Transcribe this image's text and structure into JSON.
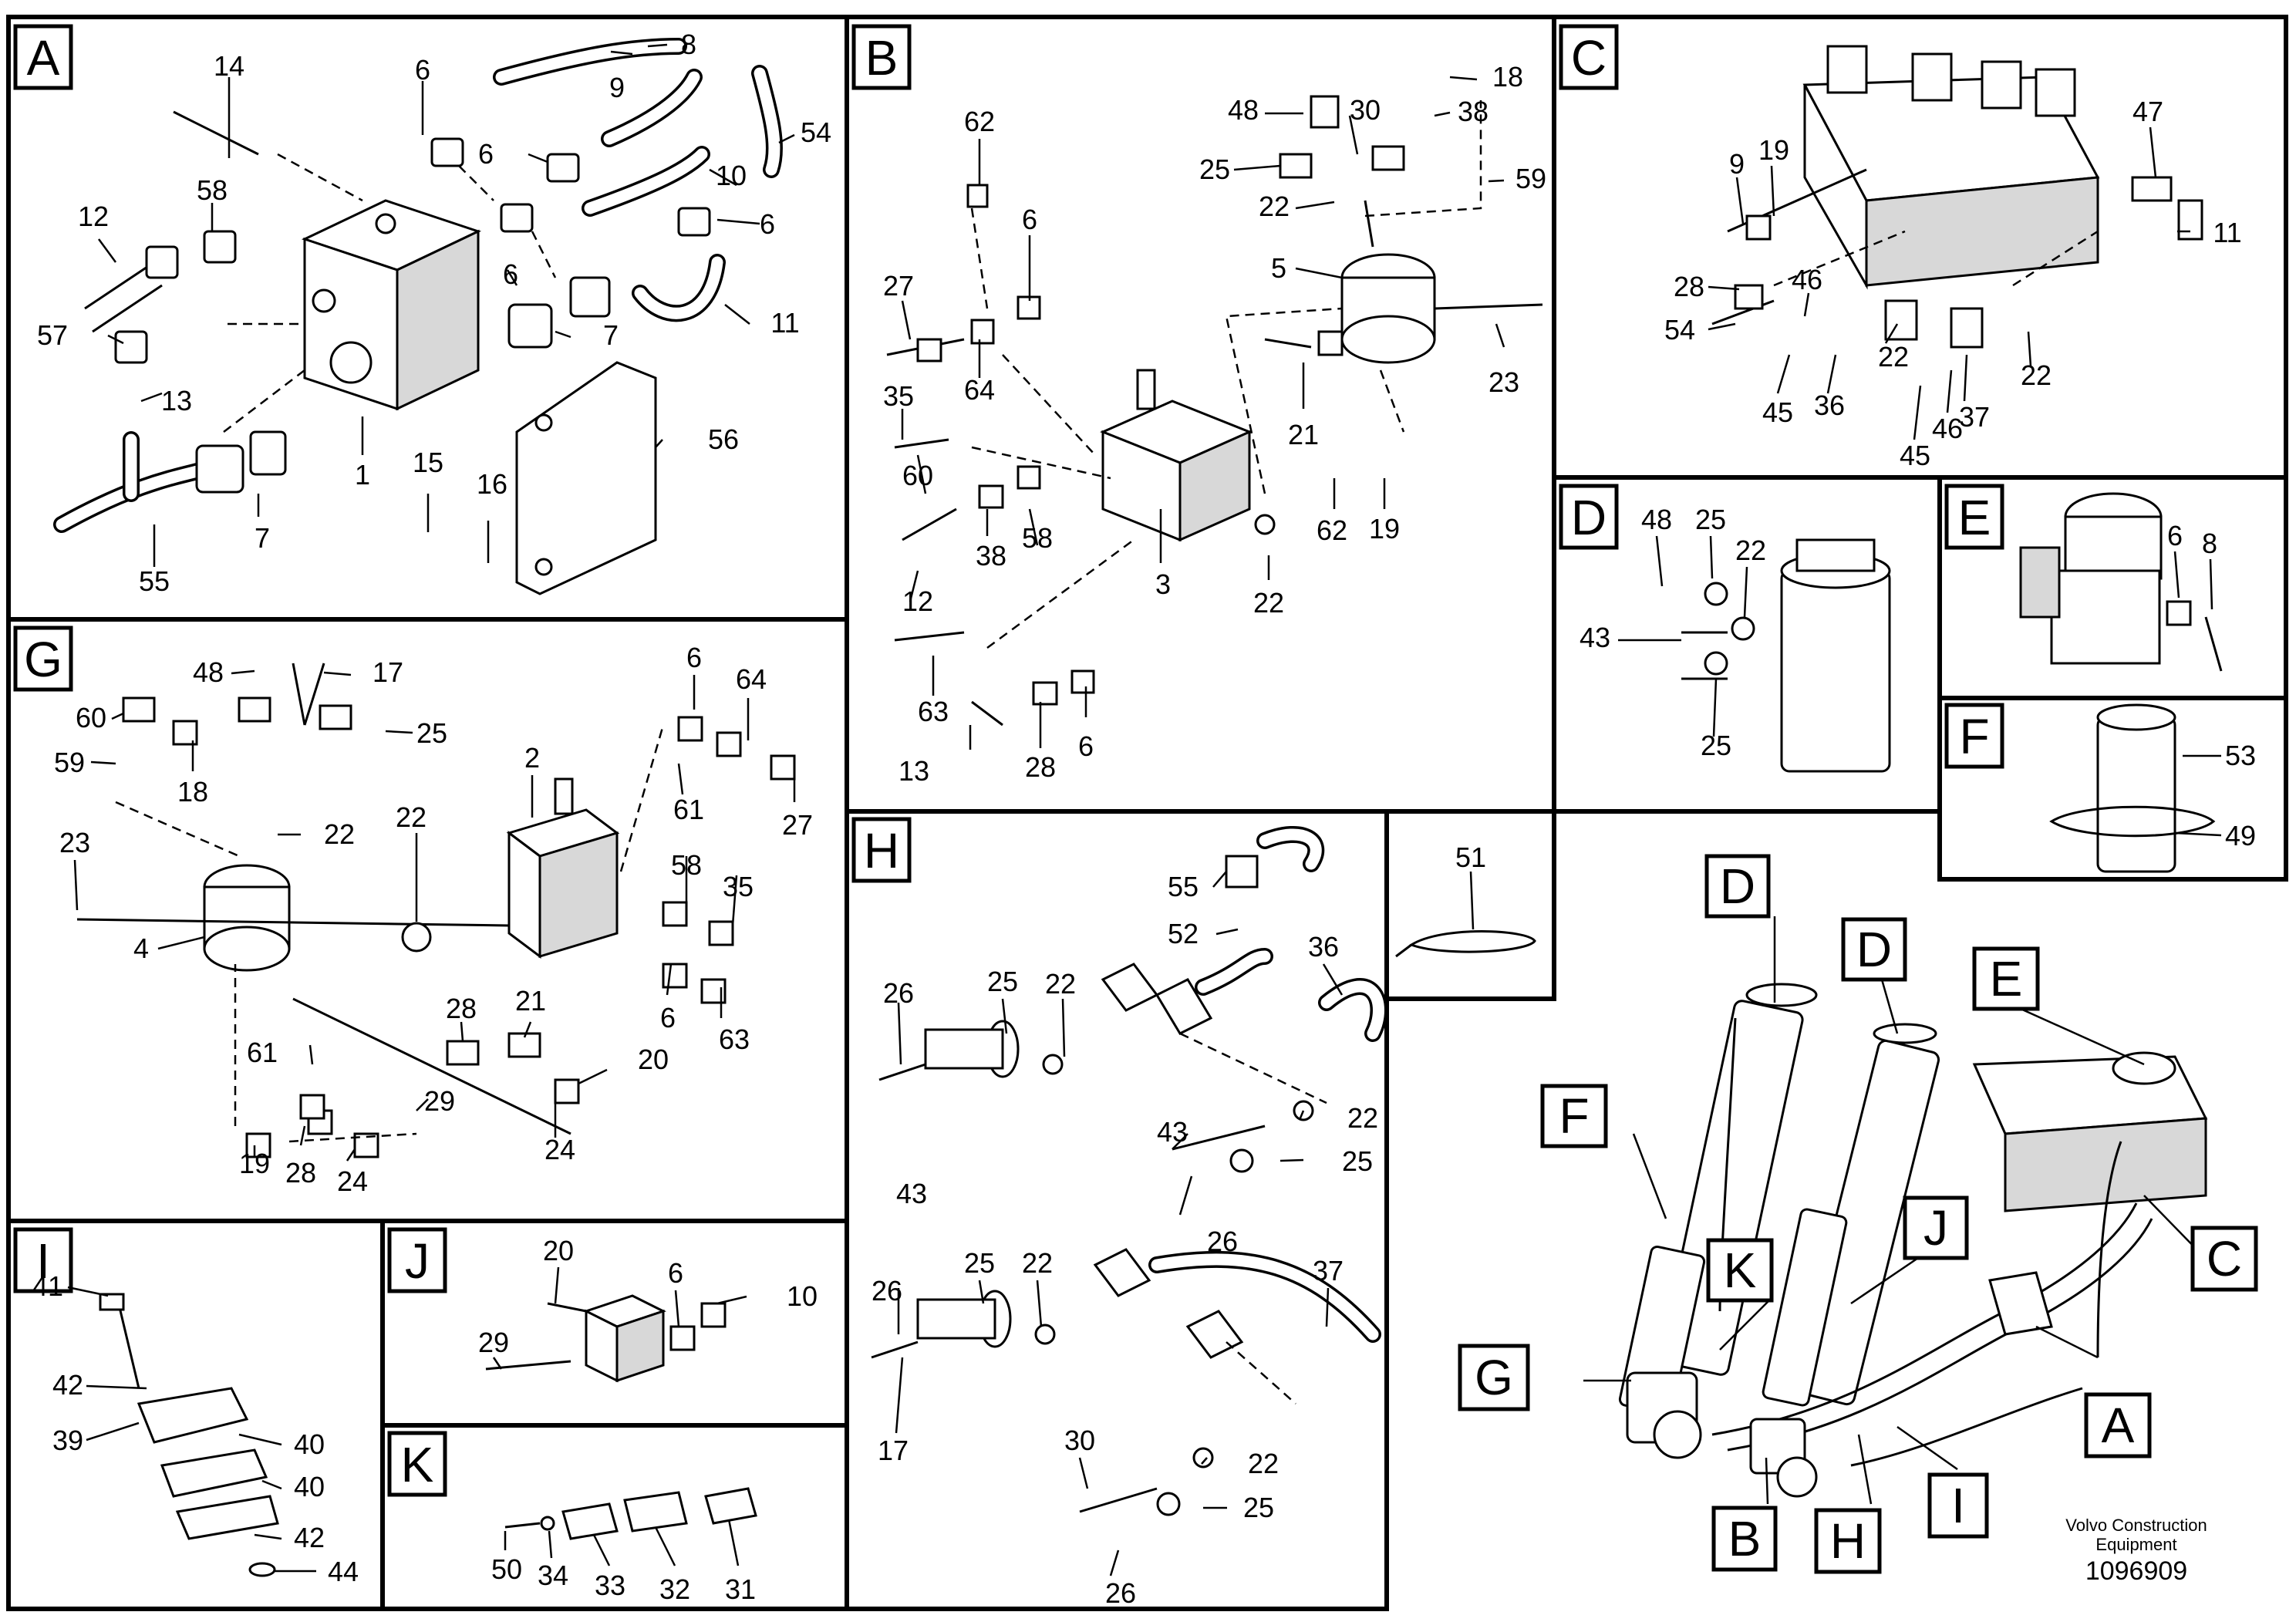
{
  "panels": [
    {
      "id": "A",
      "labels": [
        "14",
        "6",
        "8",
        "9",
        "54",
        "12",
        "58",
        "6",
        "10",
        "6",
        "57",
        "6",
        "11",
        "13",
        "7",
        "56",
        "1",
        "15",
        "16",
        "55",
        "7"
      ]
    },
    {
      "id": "B",
      "labels": [
        "62",
        "48",
        "30",
        "18",
        "38",
        "25",
        "59",
        "22",
        "6",
        "5",
        "27",
        "23",
        "64",
        "21",
        "35",
        "60",
        "58",
        "38",
        "3",
        "62",
        "19",
        "12",
        "22",
        "63",
        "13",
        "28",
        "6"
      ]
    },
    {
      "id": "C",
      "labels": [
        "47",
        "9",
        "19",
        "11",
        "28",
        "46",
        "54",
        "22",
        "22",
        "45",
        "36",
        "46",
        "37",
        "45"
      ]
    },
    {
      "id": "D",
      "labels": [
        "48",
        "25",
        "22",
        "43",
        "25"
      ]
    },
    {
      "id": "E",
      "labels": [
        "6",
        "8"
      ]
    },
    {
      "id": "F",
      "labels": [
        "53",
        "49"
      ]
    },
    {
      "id": "G",
      "labels": [
        "48",
        "17",
        "6",
        "64",
        "60",
        "25",
        "59",
        "18",
        "2",
        "61",
        "27",
        "22",
        "22",
        "23",
        "58",
        "35",
        "4",
        "6",
        "63",
        "28",
        "21",
        "61",
        "20",
        "29",
        "19",
        "28",
        "24",
        "24"
      ]
    },
    {
      "id": "H",
      "labels": [
        "55",
        "52",
        "25",
        "22",
        "36",
        "26",
        "43",
        "22",
        "25",
        "43",
        "26",
        "26",
        "25",
        "22",
        "37",
        "17",
        "30",
        "22",
        "25",
        "26"
      ]
    },
    {
      "id": "I",
      "labels": [
        "41",
        "42",
        "39",
        "40",
        "40",
        "42",
        "44"
      ]
    },
    {
      "id": "J",
      "labels": [
        "20",
        "6",
        "10",
        "29"
      ]
    },
    {
      "id": "K",
      "labels": [
        "50",
        "34",
        "33",
        "32",
        "31"
      ]
    },
    {
      "id": "51",
      "labels": [
        "51"
      ]
    }
  ],
  "overview_callouts": [
    "D",
    "D",
    "E",
    "F",
    "J",
    "K",
    "C",
    "G",
    "A",
    "B",
    "H",
    "I"
  ],
  "footer": {
    "brand_line1": "Volvo Construction",
    "brand_line2": "Equipment",
    "doc_number": "1096909"
  }
}
